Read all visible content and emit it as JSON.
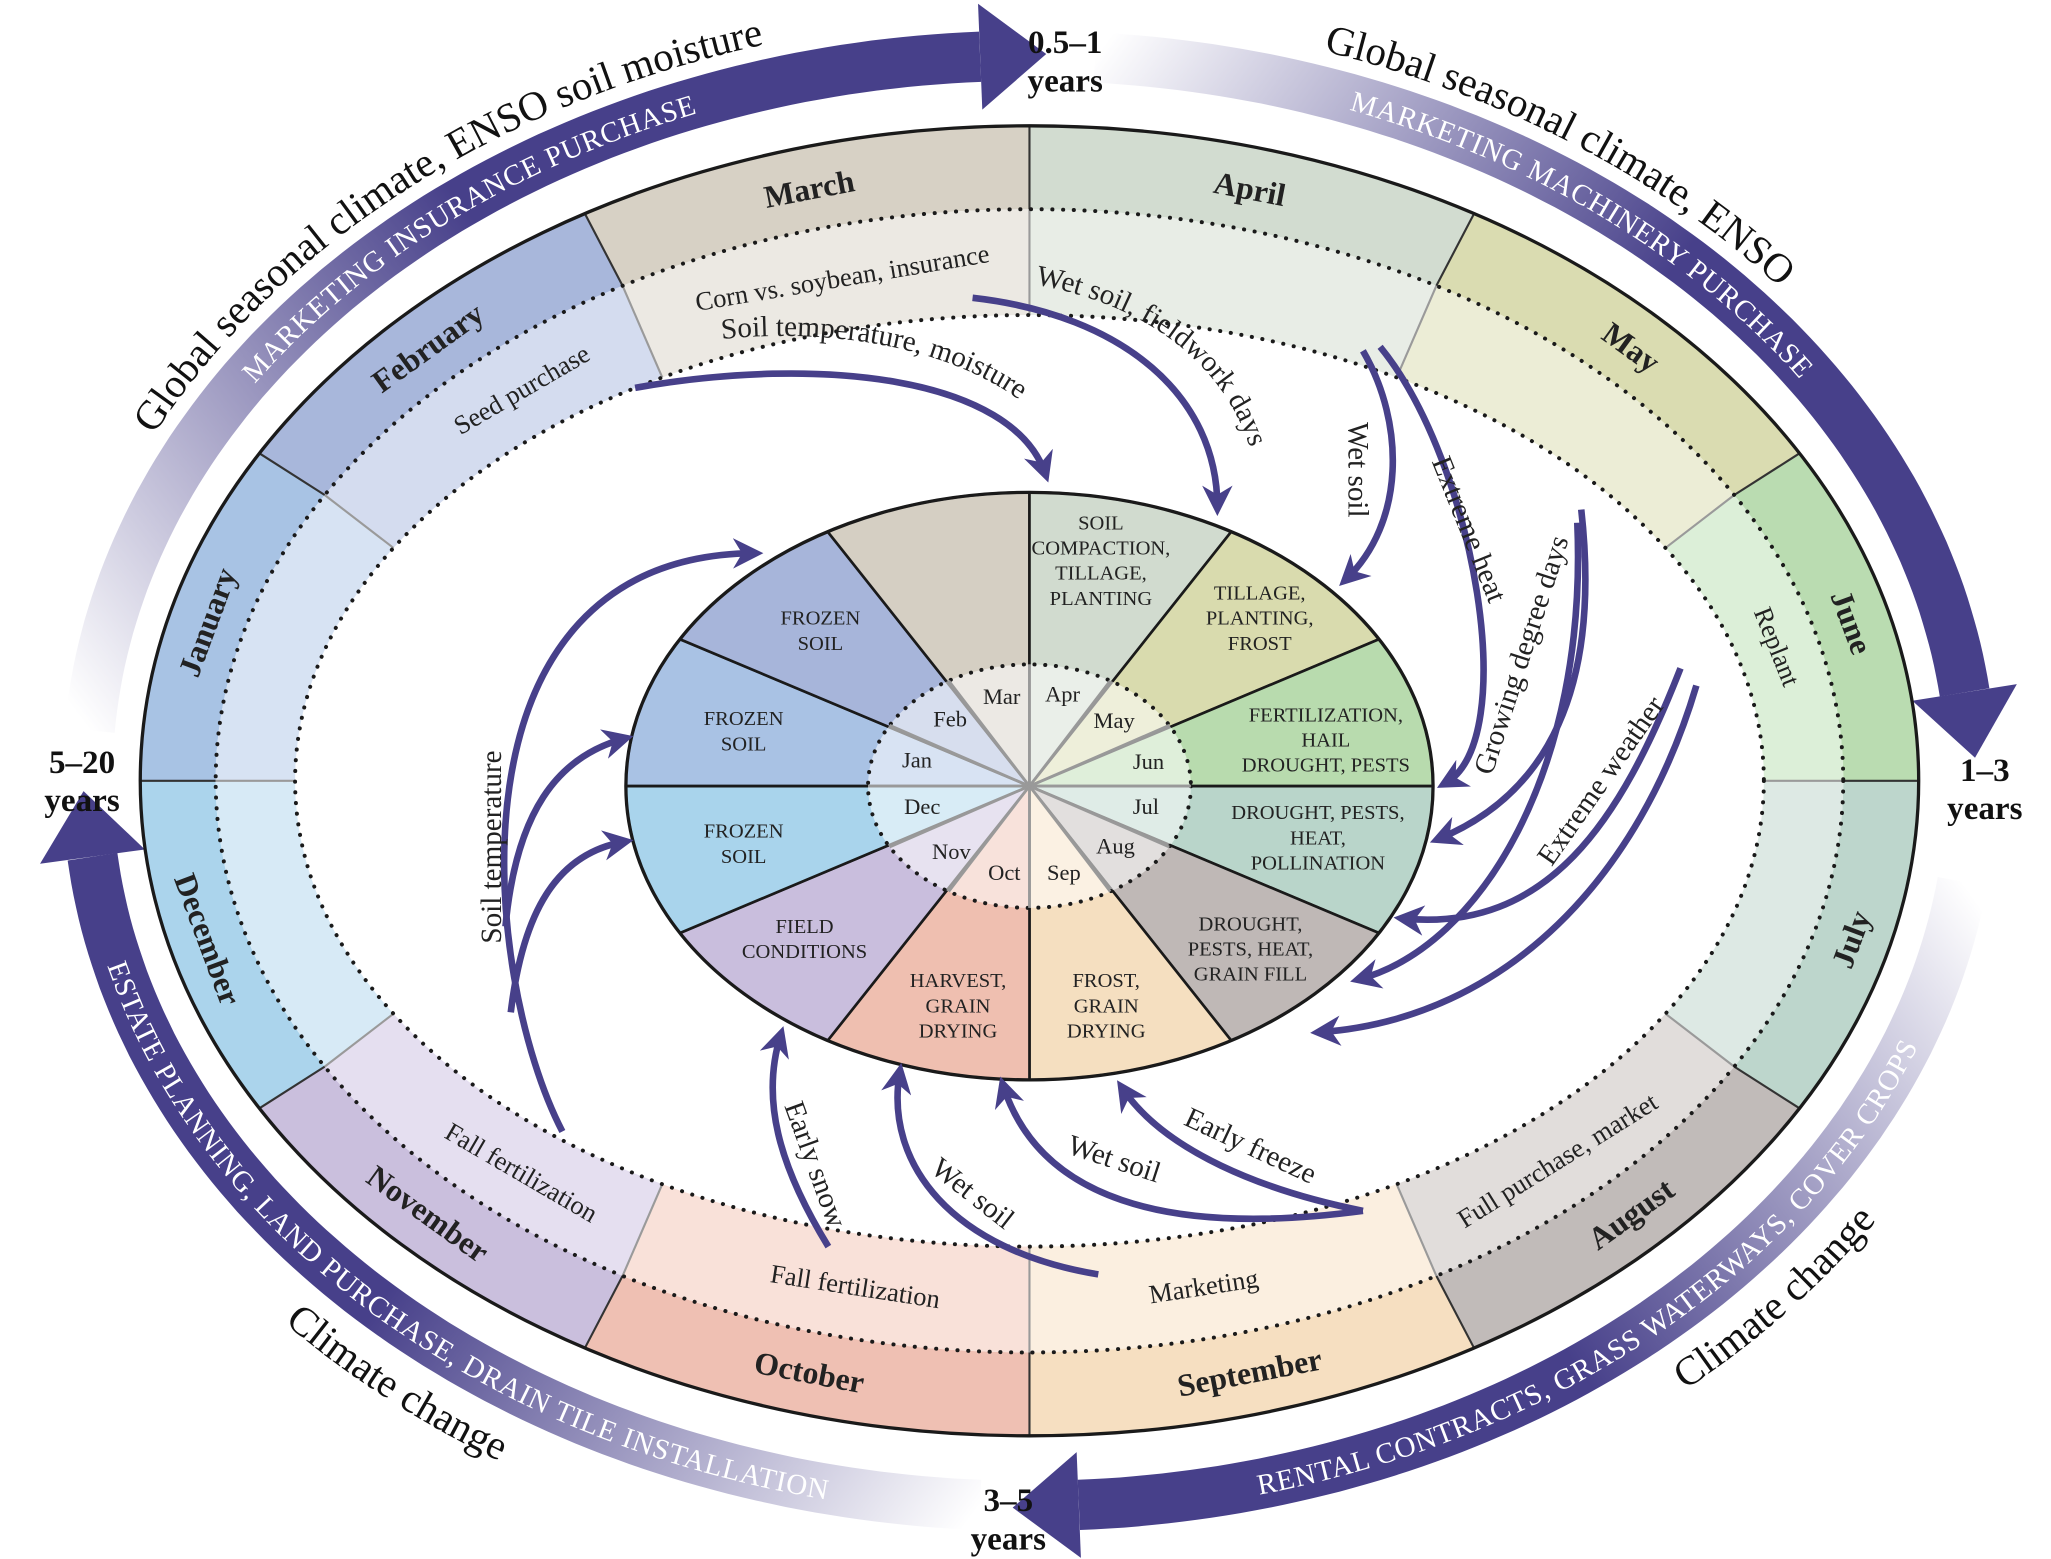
{
  "colors": {
    "arrow": "#47408a",
    "outline": "#222222"
  },
  "years": {
    "top": [
      "0.5–1",
      "years"
    ],
    "right": [
      "1–3",
      "years"
    ],
    "bottom": [
      "3–5",
      "years"
    ],
    "left": [
      "5–20",
      "years"
    ]
  },
  "outer_arrows": [
    {
      "outer_text": "Global seasonal climate, ENSO soil moisture",
      "band_text": "MARKETING INSURANCE PURCHASE"
    },
    {
      "outer_text": "Global seasonal climate, ENSO",
      "band_text": "MARKETING MACHINERY PURCHASE"
    },
    {
      "outer_text": "Climate change",
      "band_text": "RENTAL CONTRACTS, GRASS WATERWAYS, COVER CROPS"
    },
    {
      "outer_text": "Climate change",
      "band_text": "ESTATE PLANNING, LAND PURCHASE, DRAIN TILE INSTALLATION"
    }
  ],
  "months": [
    {
      "name": "January",
      "activity": "",
      "color": "#a8c3e4",
      "light": "#d7e3f3"
    },
    {
      "name": "February",
      "activity": "Seed purchase",
      "color": "#a8b7db",
      "light": "#d4dcef"
    },
    {
      "name": "March",
      "activity": "Corn vs. soybean, insurance",
      "color": "#d7d1c5",
      "light": "#ece9e3"
    },
    {
      "name": "April",
      "activity": "",
      "color": "#d2dcd0",
      "light": "#e8ede6"
    },
    {
      "name": "May",
      "activity": "",
      "color": "#dadcb1",
      "light": "#ecedd6"
    },
    {
      "name": "June",
      "activity": "Replant",
      "color": "#badcb1",
      "light": "#dcefd8"
    },
    {
      "name": "July",
      "activity": "",
      "color": "#bdd6cc",
      "light": "#dde9e4"
    },
    {
      "name": "August",
      "activity": "Full purchase, market",
      "color": "#c1bbb9",
      "light": "#e1dddb"
    },
    {
      "name": "September",
      "activity": "Marketing",
      "color": "#f6dfc1",
      "light": "#fbefe0"
    },
    {
      "name": "October",
      "activity": "Fall fertilization",
      "color": "#efc0b3",
      "light": "#f9e1d9"
    },
    {
      "name": "November",
      "activity": "Fall fertilization",
      "color": "#cabfdd",
      "light": "#e5dff0"
    },
    {
      "name": "December",
      "activity": "",
      "color": "#abd4ec",
      "light": "#d7eaf6"
    }
  ],
  "wedges": [
    {
      "abbr": "Jan",
      "lines": [
        "FROZEN",
        "SOIL"
      ],
      "color": "#a9c2e4"
    },
    {
      "abbr": "Feb",
      "lines": [
        "FROZEN",
        "SOIL"
      ],
      "color": "#a7b5da"
    },
    {
      "abbr": "Mar",
      "lines": [],
      "color": "#d5cfc3"
    },
    {
      "abbr": "Apr",
      "lines": [
        "SOIL",
        "COMPACTION,",
        "TILLAGE,",
        "PLANTING"
      ],
      "color": "#d1dbcf"
    },
    {
      "abbr": "May",
      "lines": [
        "TILLAGE,",
        "PLANTING,",
        "FROST"
      ],
      "color": "#d9dbae"
    },
    {
      "abbr": "Jun",
      "lines": [
        "FERTILIZATION,",
        "HAIL",
        "DROUGHT, PESTS"
      ],
      "color": "#b8dbae"
    },
    {
      "abbr": "Jul",
      "lines": [
        "DROUGHT, PESTS,",
        "HEAT,",
        "POLLINATION"
      ],
      "color": "#b9d5ca"
    },
    {
      "abbr": "Aug",
      "lines": [
        "DROUGHT,",
        "PESTS, HEAT,",
        "GRAIN FILL"
      ],
      "color": "#bfb8b6"
    },
    {
      "abbr": "Sep",
      "lines": [
        "FROST,",
        "GRAIN",
        "DRYING"
      ],
      "color": "#f5dfc0"
    },
    {
      "abbr": "Oct",
      "lines": [
        "HARVEST,",
        "GRAIN",
        "DRYING"
      ],
      "color": "#efbfb0"
    },
    {
      "abbr": "Nov",
      "lines": [
        "FIELD",
        "CONDITIONS"
      ],
      "color": "#c9bedd"
    },
    {
      "abbr": "Dec",
      "lines": [
        "FROZEN",
        "SOIL"
      ],
      "color": "#a9d4ec"
    }
  ],
  "influences": [
    {
      "label": "Soil temperature, moisture"
    },
    {
      "label": "Wet soil, fieldwork days"
    },
    {
      "label": "Wet soil"
    },
    {
      "label": "Extreme heat"
    },
    {
      "label": "Growing degree days"
    },
    {
      "label": "Extreme weather"
    },
    {
      "label": "Soil temperature"
    },
    {
      "label": "Early snow"
    },
    {
      "label": "Wet soil"
    },
    {
      "label": "Wet soil"
    },
    {
      "label": "Early freeze"
    }
  ]
}
